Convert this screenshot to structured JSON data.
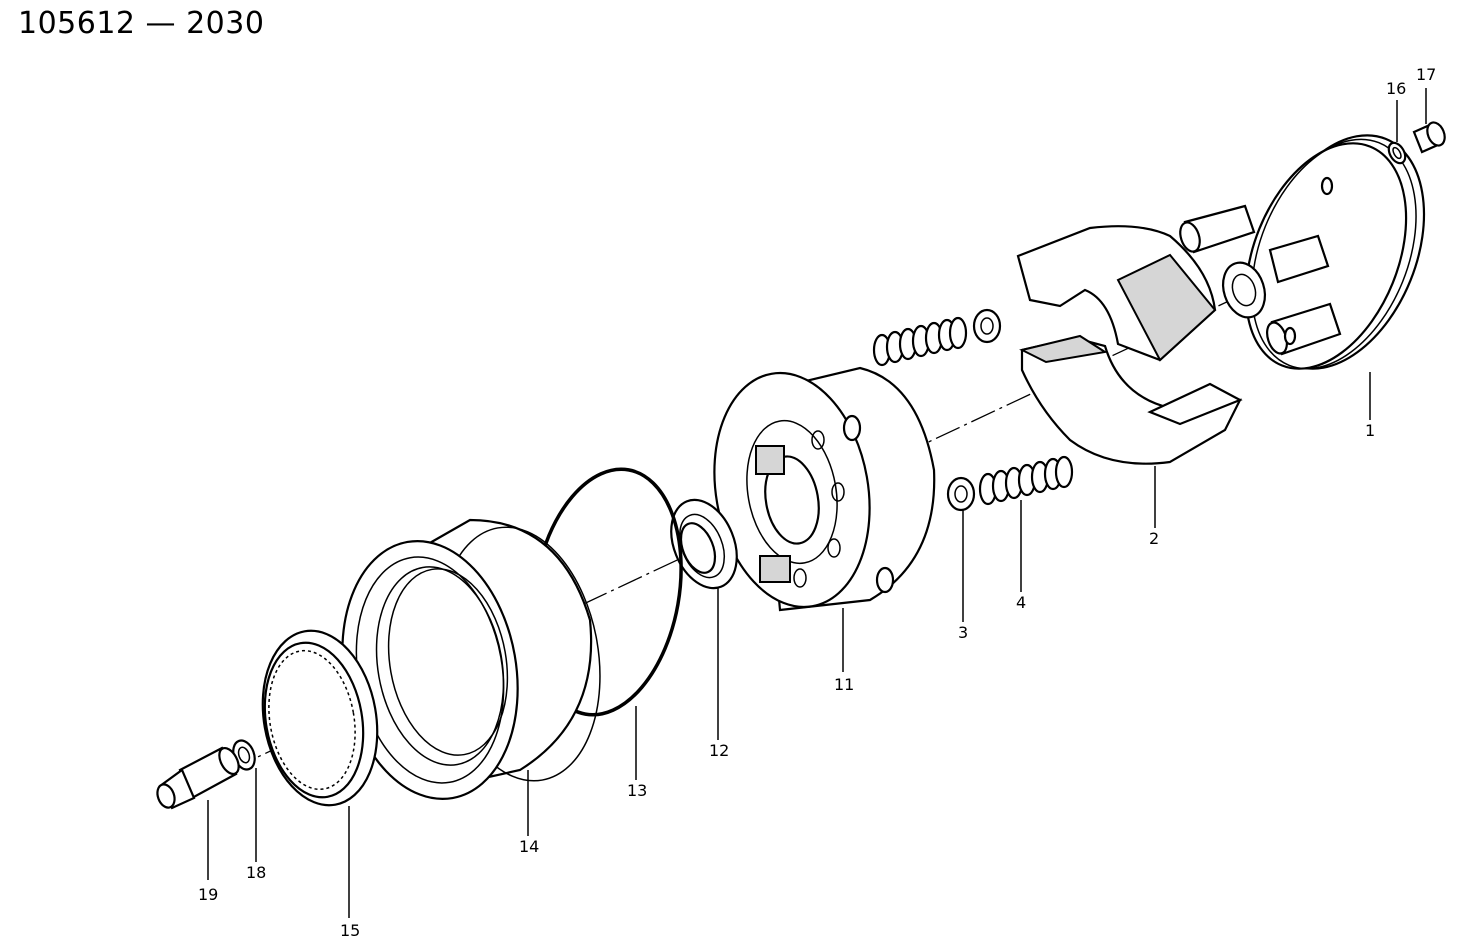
{
  "diagram": {
    "document_number": "105612 — 2030",
    "callouts": [
      {
        "id": "p1",
        "label": "1"
      },
      {
        "id": "p2",
        "label": "2"
      },
      {
        "id": "p3",
        "label": "3"
      },
      {
        "id": "p4",
        "label": "4"
      },
      {
        "id": "p11",
        "label": "11"
      },
      {
        "id": "p12",
        "label": "12"
      },
      {
        "id": "p13",
        "label": "13"
      },
      {
        "id": "p14",
        "label": "14"
      },
      {
        "id": "p15",
        "label": "15"
      },
      {
        "id": "p16",
        "label": "16"
      },
      {
        "id": "p17",
        "label": "17"
      },
      {
        "id": "p18",
        "label": "18"
      },
      {
        "id": "p19",
        "label": "19"
      }
    ]
  }
}
